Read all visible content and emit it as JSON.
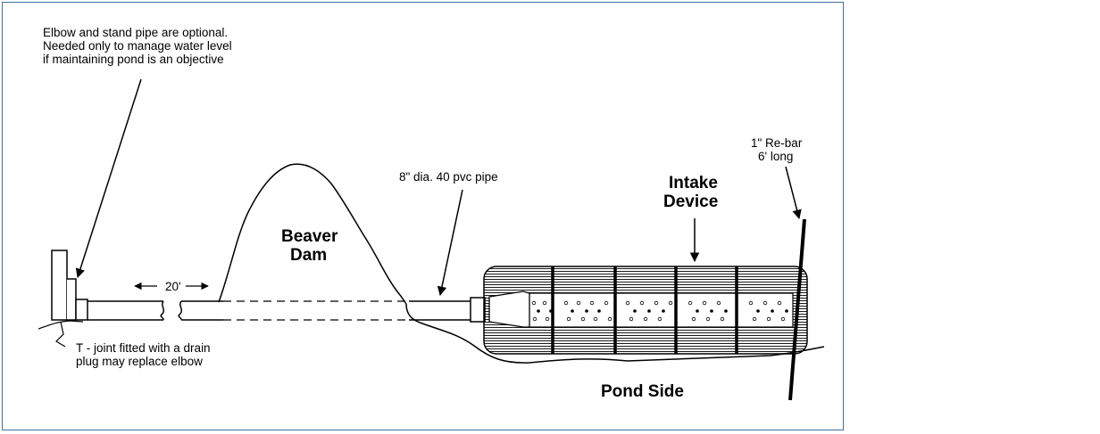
{
  "labels": {
    "elbow_note": [
      "Elbow and stand pipe are  optional.",
      "Needed only to manage water level",
      "if maintaining pond is an objective"
    ],
    "length": "20'",
    "t_joint_note": [
      "T - joint fitted with a drain",
      "plug may replace elbow"
    ],
    "beaver_dam": [
      "Beaver",
      "Dam"
    ],
    "pipe_spec": "8\" dia. 40 pvc pipe",
    "intake_device": [
      "Intake",
      "Device"
    ],
    "rebar": [
      "1\" Re-bar",
      "6' long"
    ],
    "pond_side": "Pond Side"
  },
  "colors": {
    "frame_border": "#41719c",
    "ink": "#000000",
    "background": "#ffffff"
  }
}
